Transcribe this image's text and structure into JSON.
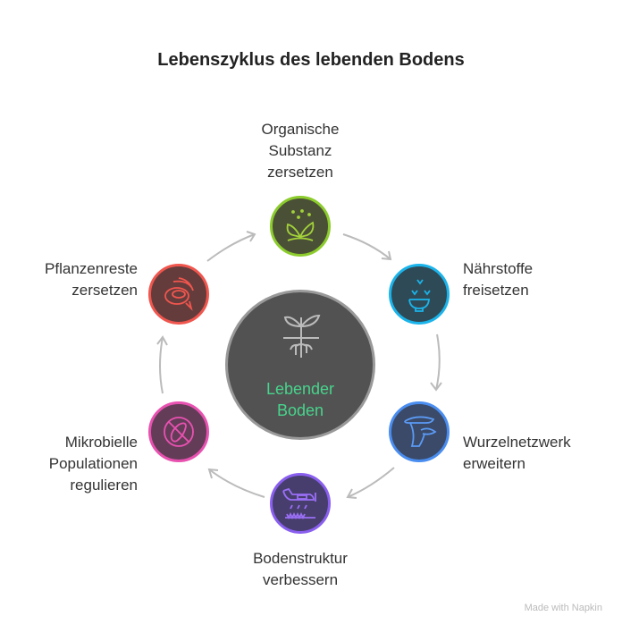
{
  "title": "Lebenszyklus des lebenden Bodens",
  "center": {
    "line1": "Lebender",
    "line2": "Boden",
    "icon": "plant-roots-icon"
  },
  "nodes": [
    {
      "lines": [
        "Organische",
        "Substanz",
        "zersetzen"
      ],
      "icon": "sprouting-plant-icon",
      "fill": "#4a5036",
      "border": "#8ccc2c"
    },
    {
      "lines": [
        "Nährstoffe",
        "freisetzen"
      ],
      "icon": "bowl-seeds-icon",
      "fill": "#2f4a57",
      "border": "#1bb4ea"
    },
    {
      "lines": [
        "Wurzelnetzwerk",
        "erweitern"
      ],
      "icon": "mushroom-icon",
      "fill": "#3a4a68",
      "border": "#4a8df0"
    },
    {
      "lines": [
        "Bodenstruktur",
        "verbessern"
      ],
      "icon": "crop-duster-plane-icon",
      "fill": "#473e6e",
      "border": "#8a5ff0"
    },
    {
      "lines": [
        "Mikrobielle",
        "Populationen",
        "regulieren"
      ],
      "icon": "no-bacteria-icon",
      "fill": "#633c58",
      "border": "#e851b0"
    },
    {
      "lines": [
        "Pflanzenreste",
        "zersetzen"
      ],
      "icon": "decomposing-swirl-icon",
      "fill": "#643c3c",
      "border": "#f0564e"
    }
  ],
  "watermark": "Made with Napkin"
}
